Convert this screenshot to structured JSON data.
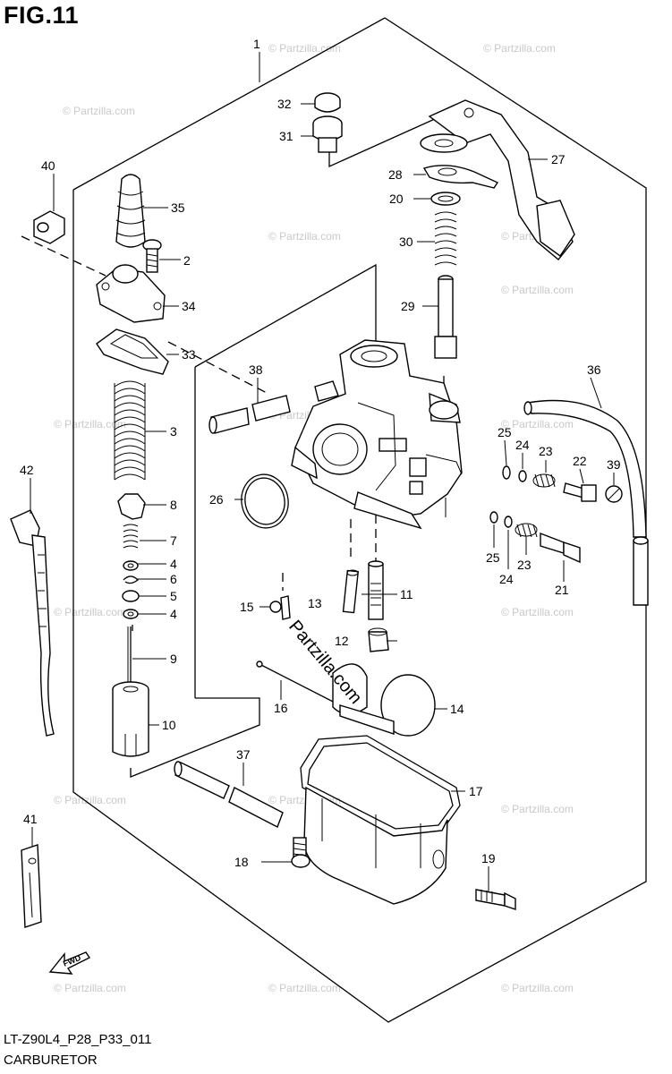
{
  "figure": {
    "title": "FIG.11",
    "model_code": "LT-Z90L4_P28_P33_011",
    "name": "CARBURETOR",
    "fwd_label": "FWD",
    "watermark": "Partzilla.com",
    "watermark_small": "© Partzilla.com"
  },
  "callouts": [
    {
      "id": "1",
      "label": "1"
    },
    {
      "id": "2",
      "label": "2"
    },
    {
      "id": "3",
      "label": "3"
    },
    {
      "id": "4a",
      "label": "4"
    },
    {
      "id": "4b",
      "label": "4"
    },
    {
      "id": "5",
      "label": "5"
    },
    {
      "id": "6",
      "label": "6"
    },
    {
      "id": "7",
      "label": "7"
    },
    {
      "id": "8",
      "label": "8"
    },
    {
      "id": "9",
      "label": "9"
    },
    {
      "id": "10",
      "label": "10"
    },
    {
      "id": "11",
      "label": "11"
    },
    {
      "id": "12",
      "label": "12"
    },
    {
      "id": "13",
      "label": "13"
    },
    {
      "id": "14",
      "label": "14"
    },
    {
      "id": "15",
      "label": "15"
    },
    {
      "id": "16",
      "label": "16"
    },
    {
      "id": "17",
      "label": "17"
    },
    {
      "id": "18",
      "label": "18"
    },
    {
      "id": "19",
      "label": "19"
    },
    {
      "id": "20",
      "label": "20"
    },
    {
      "id": "21",
      "label": "21"
    },
    {
      "id": "22",
      "label": "22"
    },
    {
      "id": "23a",
      "label": "23"
    },
    {
      "id": "23b",
      "label": "23"
    },
    {
      "id": "24a",
      "label": "24"
    },
    {
      "id": "24b",
      "label": "24"
    },
    {
      "id": "25a",
      "label": "25"
    },
    {
      "id": "25b",
      "label": "25"
    },
    {
      "id": "26",
      "label": "26"
    },
    {
      "id": "27",
      "label": "27"
    },
    {
      "id": "28",
      "label": "28"
    },
    {
      "id": "29",
      "label": "29"
    },
    {
      "id": "30",
      "label": "30"
    },
    {
      "id": "31",
      "label": "31"
    },
    {
      "id": "32",
      "label": "32"
    },
    {
      "id": "33",
      "label": "33"
    },
    {
      "id": "34",
      "label": "34"
    },
    {
      "id": "35",
      "label": "35"
    },
    {
      "id": "36",
      "label": "36"
    },
    {
      "id": "37",
      "label": "37"
    },
    {
      "id": "38",
      "label": "38"
    },
    {
      "id": "39",
      "label": "39"
    },
    {
      "id": "40",
      "label": "40"
    },
    {
      "id": "41",
      "label": "41"
    },
    {
      "id": "42",
      "label": "42"
    }
  ]
}
